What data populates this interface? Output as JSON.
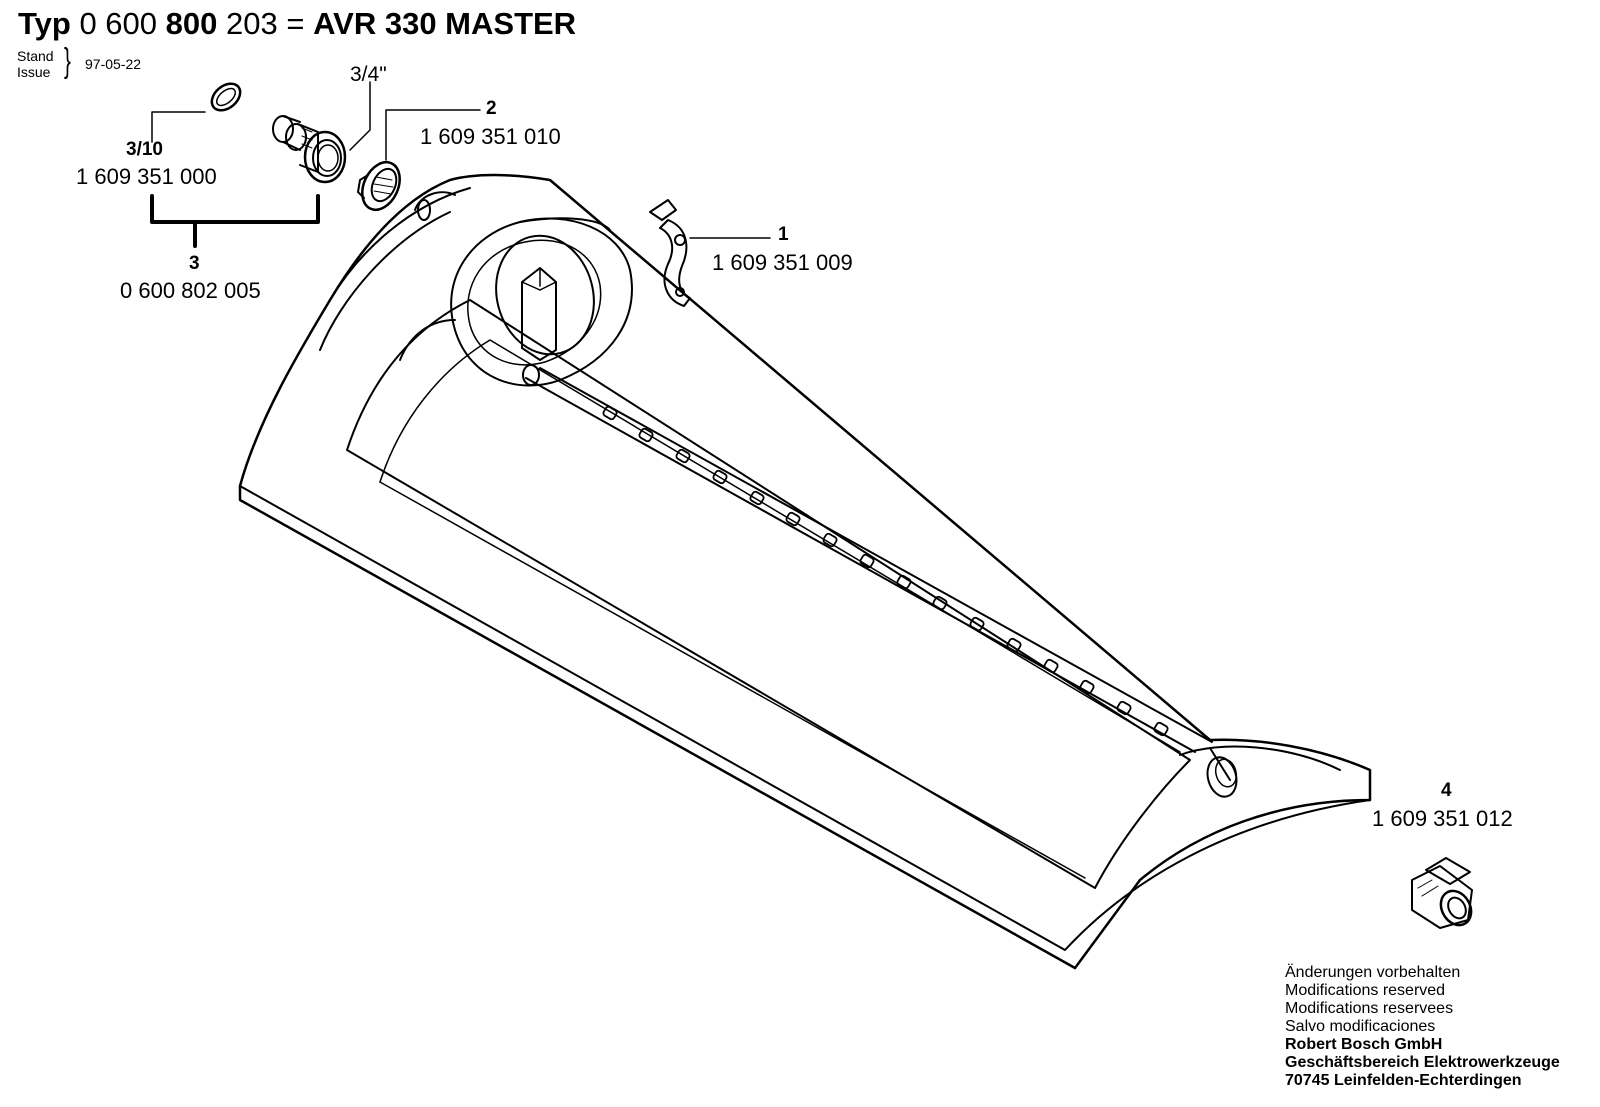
{
  "header": {
    "typ_label": "Typ",
    "num_a": "0 600",
    "num_b": "800",
    "num_c": "203 =",
    "model": "AVR 330 MASTER",
    "stand_label": "Stand",
    "issue_label": "Issue",
    "date": "97-05-22"
  },
  "parts": {
    "p310": {
      "ref": "3/10",
      "number": "1 609 351 000"
    },
    "p3": {
      "ref": "3",
      "number": "0 600 802 005"
    },
    "thread": {
      "label": "3/4\""
    },
    "p2": {
      "ref": "2",
      "number": "1 609 351 010"
    },
    "p1": {
      "ref": "1",
      "number": "1 609 351 009"
    },
    "p4": {
      "ref": "4",
      "number": "1 609 351 012"
    }
  },
  "footer": {
    "lines": [
      "Änderungen vorbehalten",
      "Modifications reserved",
      "Modifications reservees",
      "Salvo modificaciones"
    ],
    "bold_lines": [
      "Robert Bosch GmbH",
      "Geschäftsbereich Elektrowerkzeuge",
      "70745 Leinfelden-Echterdingen"
    ]
  }
}
